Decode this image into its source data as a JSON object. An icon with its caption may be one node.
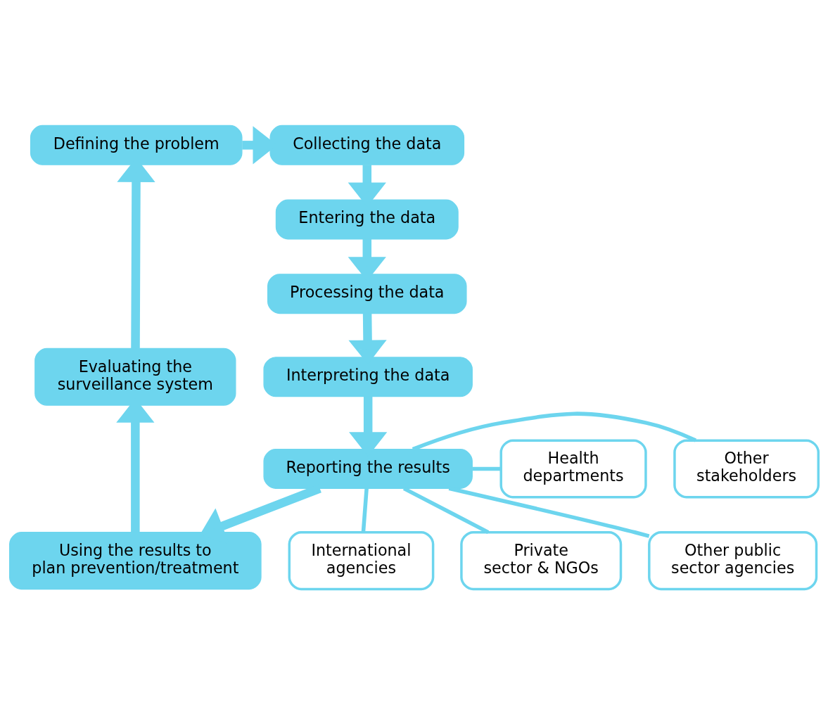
{
  "diagram": {
    "nodes": [
      {
        "text": [
          "Defining the problem"
        ]
      },
      {
        "text": [
          "Collecting the data"
        ]
      },
      {
        "text": [
          "Entering the data"
        ]
      },
      {
        "text": [
          "Processing the data"
        ]
      },
      {
        "text": [
          "Interpreting the data"
        ]
      },
      {
        "text": [
          "Evaluating the surveillance system"
        ]
      },
      {
        "text": [
          "Using the results to plan prevention/treatment"
        ]
      },
      {
        "text": [
          "Other stakeholders"
        ]
      },
      {
        "text": [
          "Reporting the results"
        ]
      },
      {
        "text": [
          "Health departments"
        ]
      },
      {
        "text": [
          "International agencies"
        ]
      },
      {
        "text": [
          "Private sector & NGOs"
        ]
      },
      {
        "text": [
          "Other public sector agencies"
        ]
      }
    ],
    "edges": [
      {
        "from": 0,
        "to": 1,
        "arrow": "to"
      },
      {
        "from": 1,
        "to": 2,
        "arrow": "to"
      },
      {
        "from": 2,
        "to": 3,
        "arrow": "to"
      },
      {
        "from": 3,
        "to": 4,
        "arrow": "to"
      },
      {
        "from": 4,
        "to": 8,
        "arrow": "to"
      },
      {
        "from": 8,
        "to": 6,
        "arrow": "to"
      },
      {
        "from": 6,
        "to": 5,
        "arrow": "to"
      },
      {
        "from": 5,
        "to": 0,
        "arrow": "to"
      },
      {
        "from": 8,
        "to": 7,
        "arrow": "none"
      },
      {
        "from": 8,
        "to": 9,
        "arrow": "none"
      },
      {
        "from": 8,
        "to": 10,
        "arrow": "none"
      },
      {
        "from": 8,
        "to": 12,
        "arrow": "none"
      },
      {
        "from": 8,
        "to": 11,
        "arrow": "none"
      }
    ]
  }
}
